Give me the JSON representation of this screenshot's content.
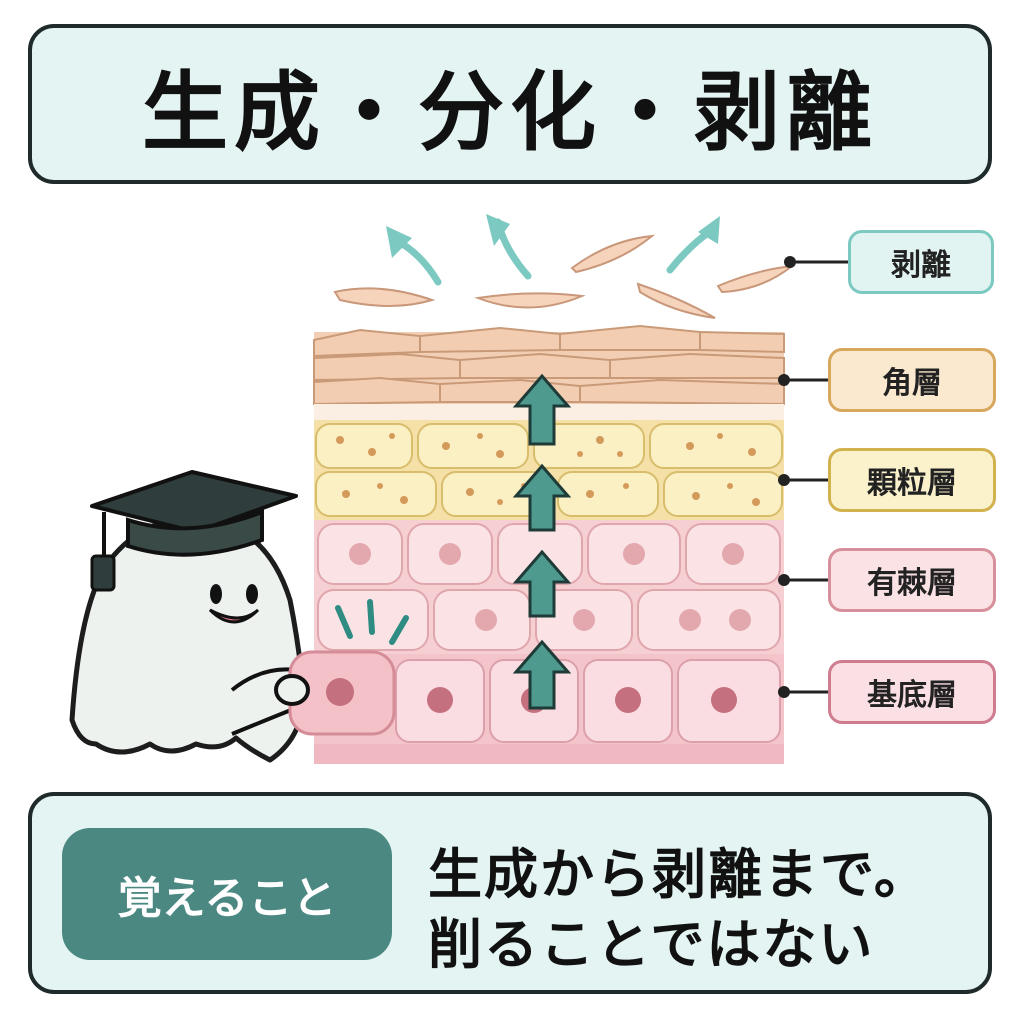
{
  "title": "生成・分化・剥離",
  "layers": [
    {
      "label": "剥離",
      "color": "#7cc9c1",
      "fill": "#e1f4f2"
    },
    {
      "label": "角層",
      "color": "#d6a75d",
      "fill": "#fbe9cf"
    },
    {
      "label": "顆粒層",
      "color": "#d1b24f",
      "fill": "#fbf2cc"
    },
    {
      "label": "有棘層",
      "color": "#d6909b",
      "fill": "#fbe3e5"
    },
    {
      "label": "基底層",
      "color": "#cf7d8e",
      "fill": "#fae0e5"
    }
  ],
  "memo": {
    "badge": "覚えること",
    "line1": "生成から剥離まで。",
    "line2": "削ることではない"
  }
}
